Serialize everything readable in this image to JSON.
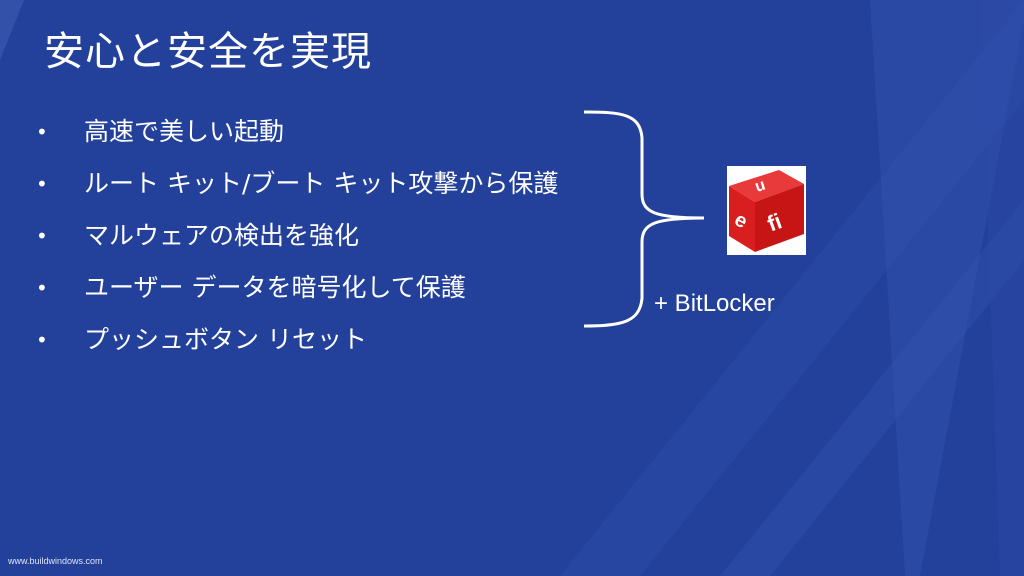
{
  "slide": {
    "title": "安心と安全を実現",
    "bullets": [
      "高速で美しい起動",
      "ルート キット/ブート キット攻撃から保護",
      "マルウェアの検出を強化",
      "ユーザー データを暗号化して保護",
      "プッシュボタン リセット"
    ],
    "bullet_symbol": "•",
    "logo": {
      "name": "uefi-logo",
      "lettering": "uefi"
    },
    "bitlocker_label": "+ BitLocker",
    "footer": "www.buildwindows.com"
  },
  "colors": {
    "background": "#23419b",
    "text": "#ffffff",
    "logo_red": "#d81e1e"
  }
}
